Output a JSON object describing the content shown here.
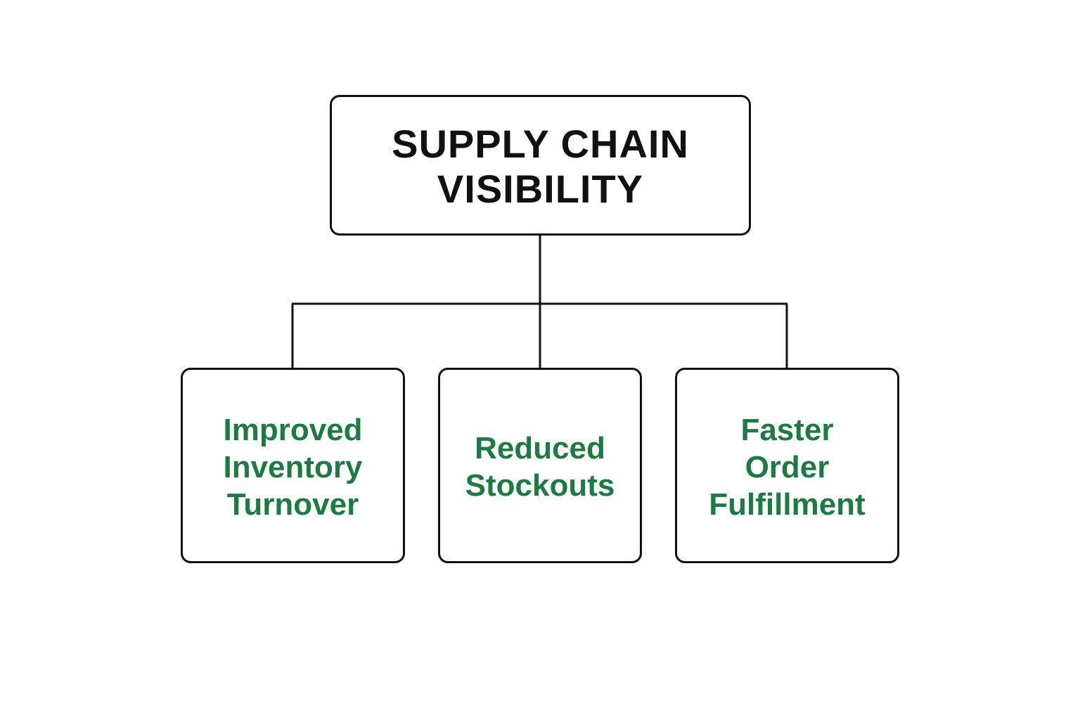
{
  "root": {
    "lines": [
      "SUPPLY CHAIN",
      "VISIBILITY"
    ]
  },
  "children": [
    {
      "lines": [
        "Improved",
        "Inventory",
        "Turnover"
      ]
    },
    {
      "lines": [
        "Reduced",
        "Stockouts"
      ]
    },
    {
      "lines": [
        "Faster",
        "Order",
        "Fulfillment"
      ]
    }
  ],
  "colors": {
    "border": "#111111",
    "root_text": "#111111",
    "child_text": "#1e7a43",
    "background": "#ffffff"
  }
}
